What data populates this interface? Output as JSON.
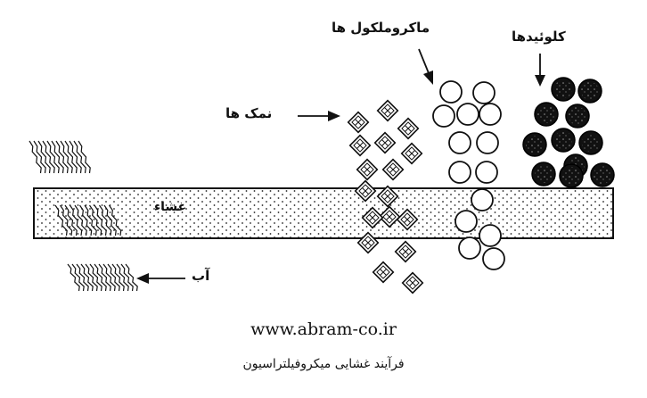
{
  "diagram": {
    "labels": {
      "colloids": "کلوئیدها",
      "macromolecules": "ماکروملکول ها",
      "salts": "نمک ها",
      "membrane": "غشاء",
      "water": "آب"
    },
    "website": "www.abram-co.ir",
    "caption": "فرآیند غشایی میکروفیلتراسیون"
  }
}
